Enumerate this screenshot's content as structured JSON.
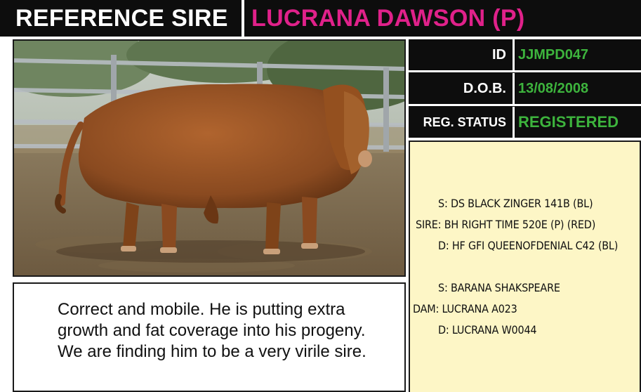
{
  "header": {
    "label": "REFERENCE SIRE",
    "name": "LUCRANA DAWSON (P)"
  },
  "info": {
    "id_label": "ID",
    "id_value": "JJMPD047",
    "dob_label": "D.O.B.",
    "dob_value": "13/08/2008",
    "reg_label": "REG. STATUS",
    "reg_value": "REGISTERED"
  },
  "pedigree": {
    "sire_sire": "S: DS BLACK ZINGER 141B (BL)",
    "sire": "SIRE: BH RIGHT TIME 520E (P) (RED)",
    "sire_dam": "D: HF GFI QUEENOFDENIAL C42 (BL)",
    "dam_sire": "S: BARANA SHAKSPEARE",
    "dam": "DAM: LUCRANA A023",
    "dam_dam": "D: LUCRANA W0044"
  },
  "description": {
    "text": "Correct and mobile. He is putting extra growth and fat coverage into his progeny. We are finding him to be a very virile sire."
  },
  "colors": {
    "header_bg": "#0d0d0d",
    "name_accent": "#e0218a",
    "value_green": "#3db33d",
    "pedigree_bg": "#fdf6c6"
  },
  "photo": {
    "subject": "red bull standing in paddock yard",
    "icon": "bull-photo"
  }
}
